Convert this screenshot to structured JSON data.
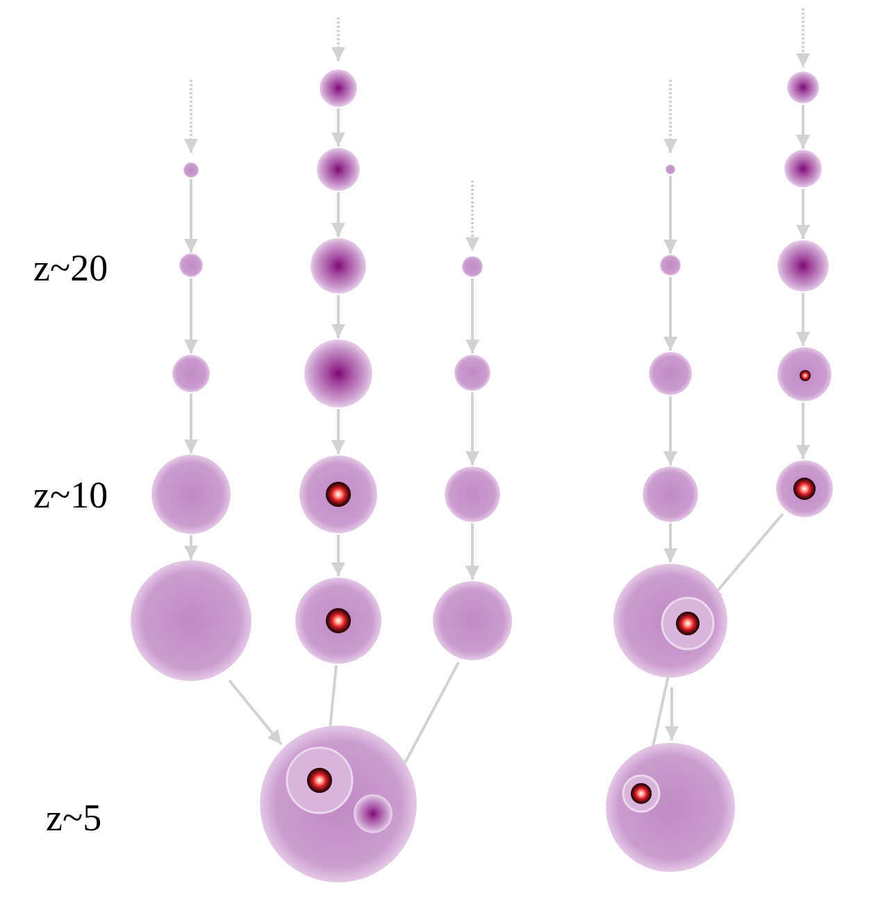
{
  "diagram": {
    "labels": [
      "z~20",
      "z~10",
      "z~5"
    ]
  }
}
